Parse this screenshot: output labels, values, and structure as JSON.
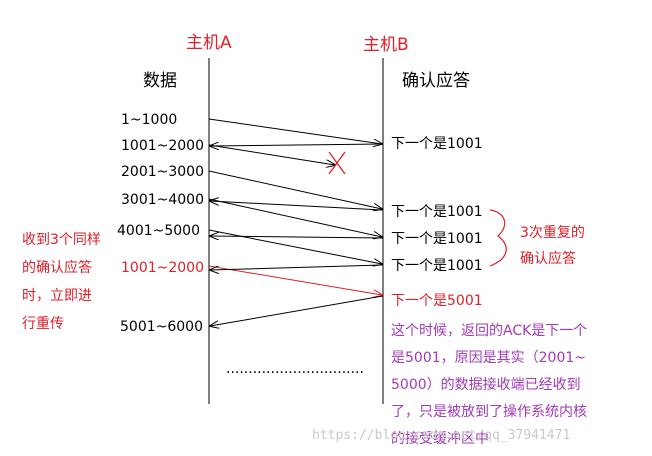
{
  "hosts": {
    "a": "主机A",
    "b": "主机B"
  },
  "columns": {
    "data": "数据",
    "ack": "确认应答"
  },
  "segments": [
    "1~1000",
    "1001~2000",
    "2001~3000",
    "3001~4000",
    "4001~5000",
    "1001~2000",
    "5001~6000"
  ],
  "acks": [
    "下一个是1001",
    "下一个是1001",
    "下一个是1001",
    "下一个是1001",
    "下一个是5001"
  ],
  "ellipsis": "...............................",
  "left_note": [
    "收到3个同样",
    "的确认应答",
    "时，立即进",
    "行重传"
  ],
  "dup_note": [
    "3次重复的",
    "确认应答"
  ],
  "right_note": [
    "这个时候，返回的ACK是下一个",
    "是5001，原因是其实（2001~",
    "5000）的数据接收端已经收到",
    "了，只是被放到了操作系统内核",
    "的接受缓冲区中"
  ],
  "watermark": "https://blog.csdn.net/qq_37941471",
  "colors": {
    "red": "#e0202a",
    "purple": "#a33ab8",
    "line": "#000000"
  }
}
